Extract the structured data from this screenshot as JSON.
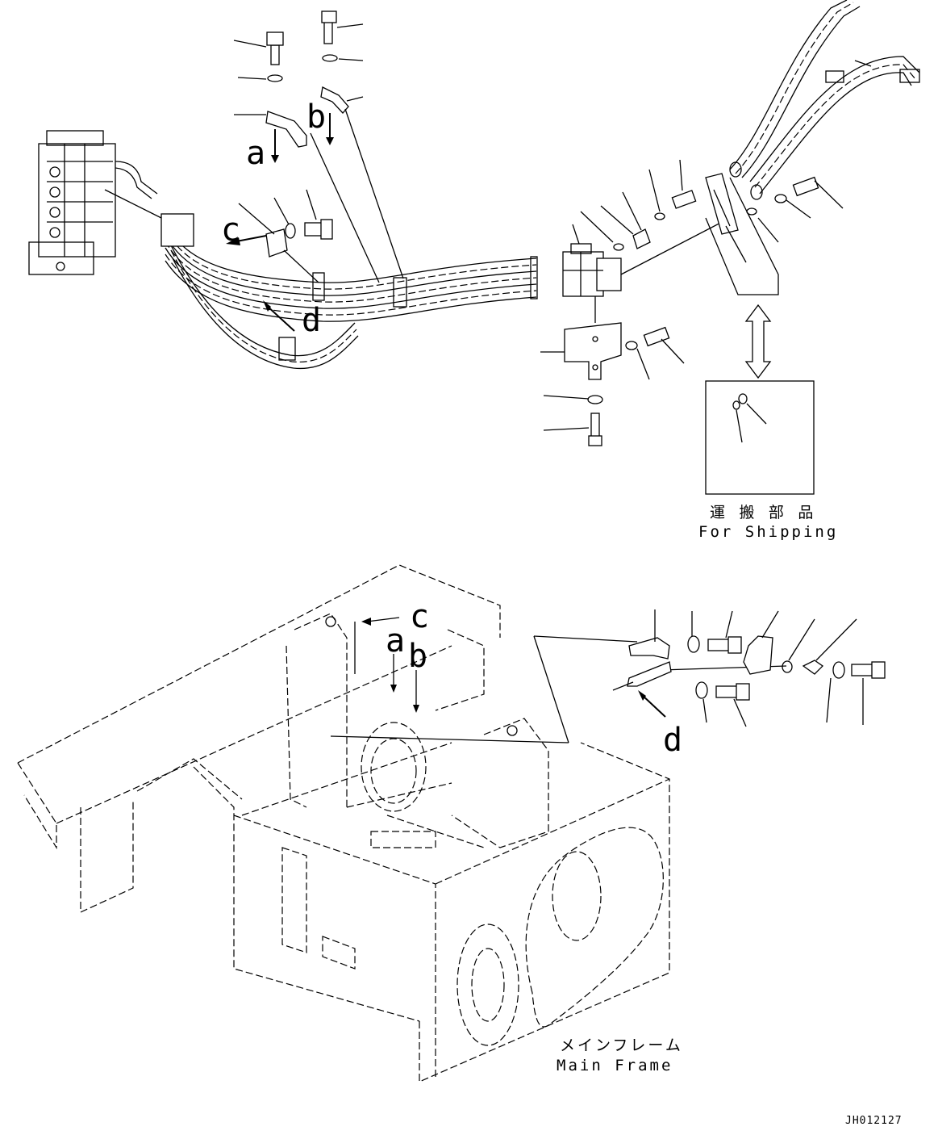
{
  "callouts": {
    "a": "a",
    "b": "b",
    "c": "c",
    "d": "d"
  },
  "shipping": {
    "label_jp": "運 搬 部 品",
    "label_en": "For Shipping"
  },
  "main_frame": {
    "label_jp": "メインフレーム",
    "label_en": "Main Frame"
  },
  "drawing_code": "JH012127"
}
